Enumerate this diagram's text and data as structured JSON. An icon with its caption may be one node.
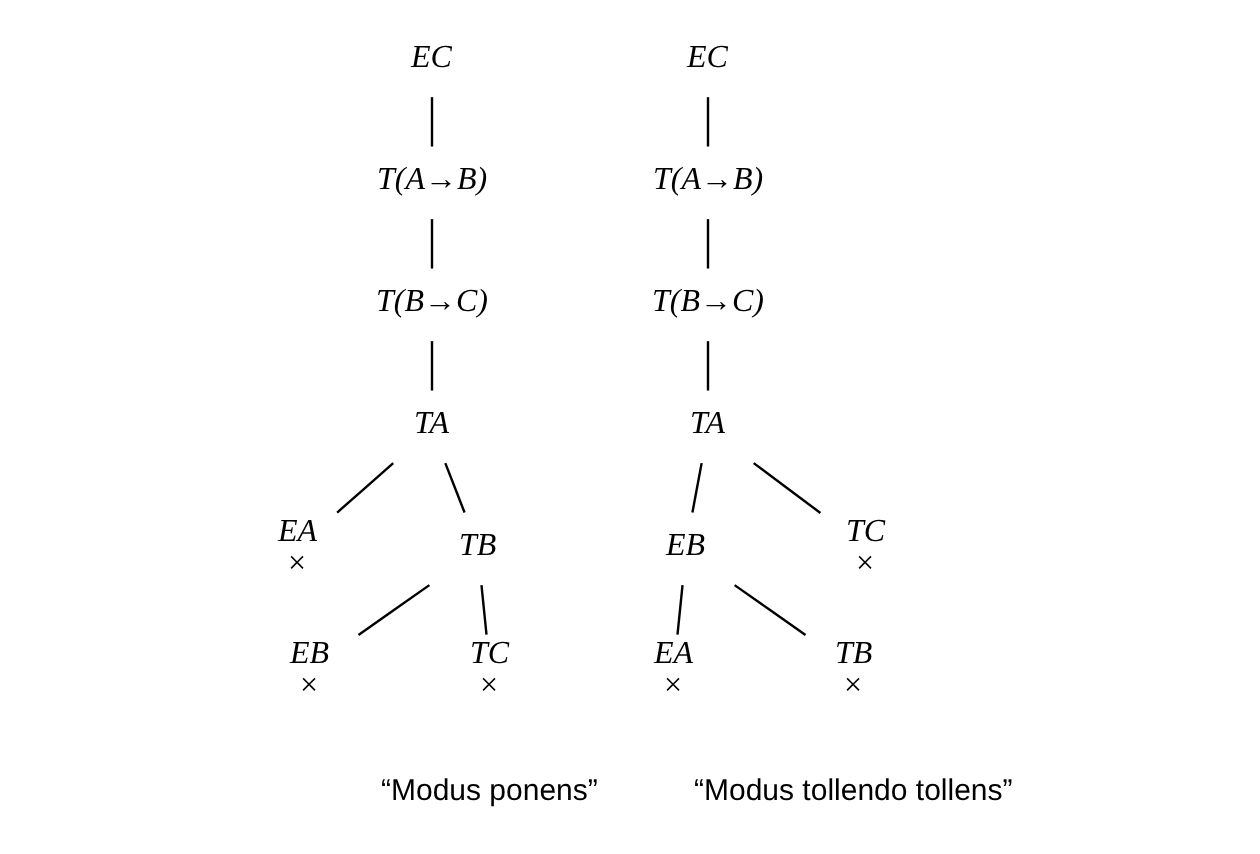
{
  "diagram": {
    "nodes": [
      {
        "text": [
          "EC"
        ]
      },
      {
        "text": [
          "T(A→B)"
        ]
      },
      {
        "text": [
          "T(B→C)"
        ]
      },
      {
        "text": [
          "TA"
        ]
      },
      {
        "text": [
          "EA"
        ],
        "beside": [
          "×"
        ]
      },
      {
        "text": [
          "TB"
        ]
      },
      {
        "text": [
          "EB"
        ],
        "beside": [
          "×"
        ]
      },
      {
        "text": [
          "TC"
        ],
        "beside": [
          "×"
        ]
      },
      {
        "text": [
          "EC"
        ]
      },
      {
        "text": [
          "T(A→B)"
        ]
      },
      {
        "text": [
          "T(B→C)"
        ]
      },
      {
        "text": [
          "TA"
        ]
      },
      {
        "text": [
          "EB"
        ]
      },
      {
        "text": [
          "TC"
        ],
        "beside": [
          "×"
        ]
      },
      {
        "text": [
          "EA"
        ],
        "beside": [
          "×"
        ]
      },
      {
        "text": [
          "TB"
        ],
        "beside": [
          "×"
        ]
      }
    ],
    "edges": [
      {
        "from": 0,
        "to": 1,
        "arrow": "none"
      },
      {
        "from": 1,
        "to": 2,
        "arrow": "none"
      },
      {
        "from": 2,
        "to": 3,
        "arrow": "none"
      },
      {
        "from": 3,
        "to": 4,
        "arrow": "none"
      },
      {
        "from": 3,
        "to": 5,
        "arrow": "none"
      },
      {
        "from": 5,
        "to": 6,
        "arrow": "none"
      },
      {
        "from": 5,
        "to": 7,
        "arrow": "none"
      },
      {
        "from": 8,
        "to": 9,
        "arrow": "none"
      },
      {
        "from": 9,
        "to": 10,
        "arrow": "none"
      },
      {
        "from": 10,
        "to": 11,
        "arrow": "none"
      },
      {
        "from": 11,
        "to": 12,
        "arrow": "none"
      },
      {
        "from": 11,
        "to": 13,
        "arrow": "none"
      },
      {
        "from": 12,
        "to": 14,
        "arrow": "none"
      },
      {
        "from": 12,
        "to": 15,
        "arrow": "none"
      }
    ],
    "labels": [
      "“Modus ponens”",
      "“Modus tollendo tollens”"
    ]
  }
}
